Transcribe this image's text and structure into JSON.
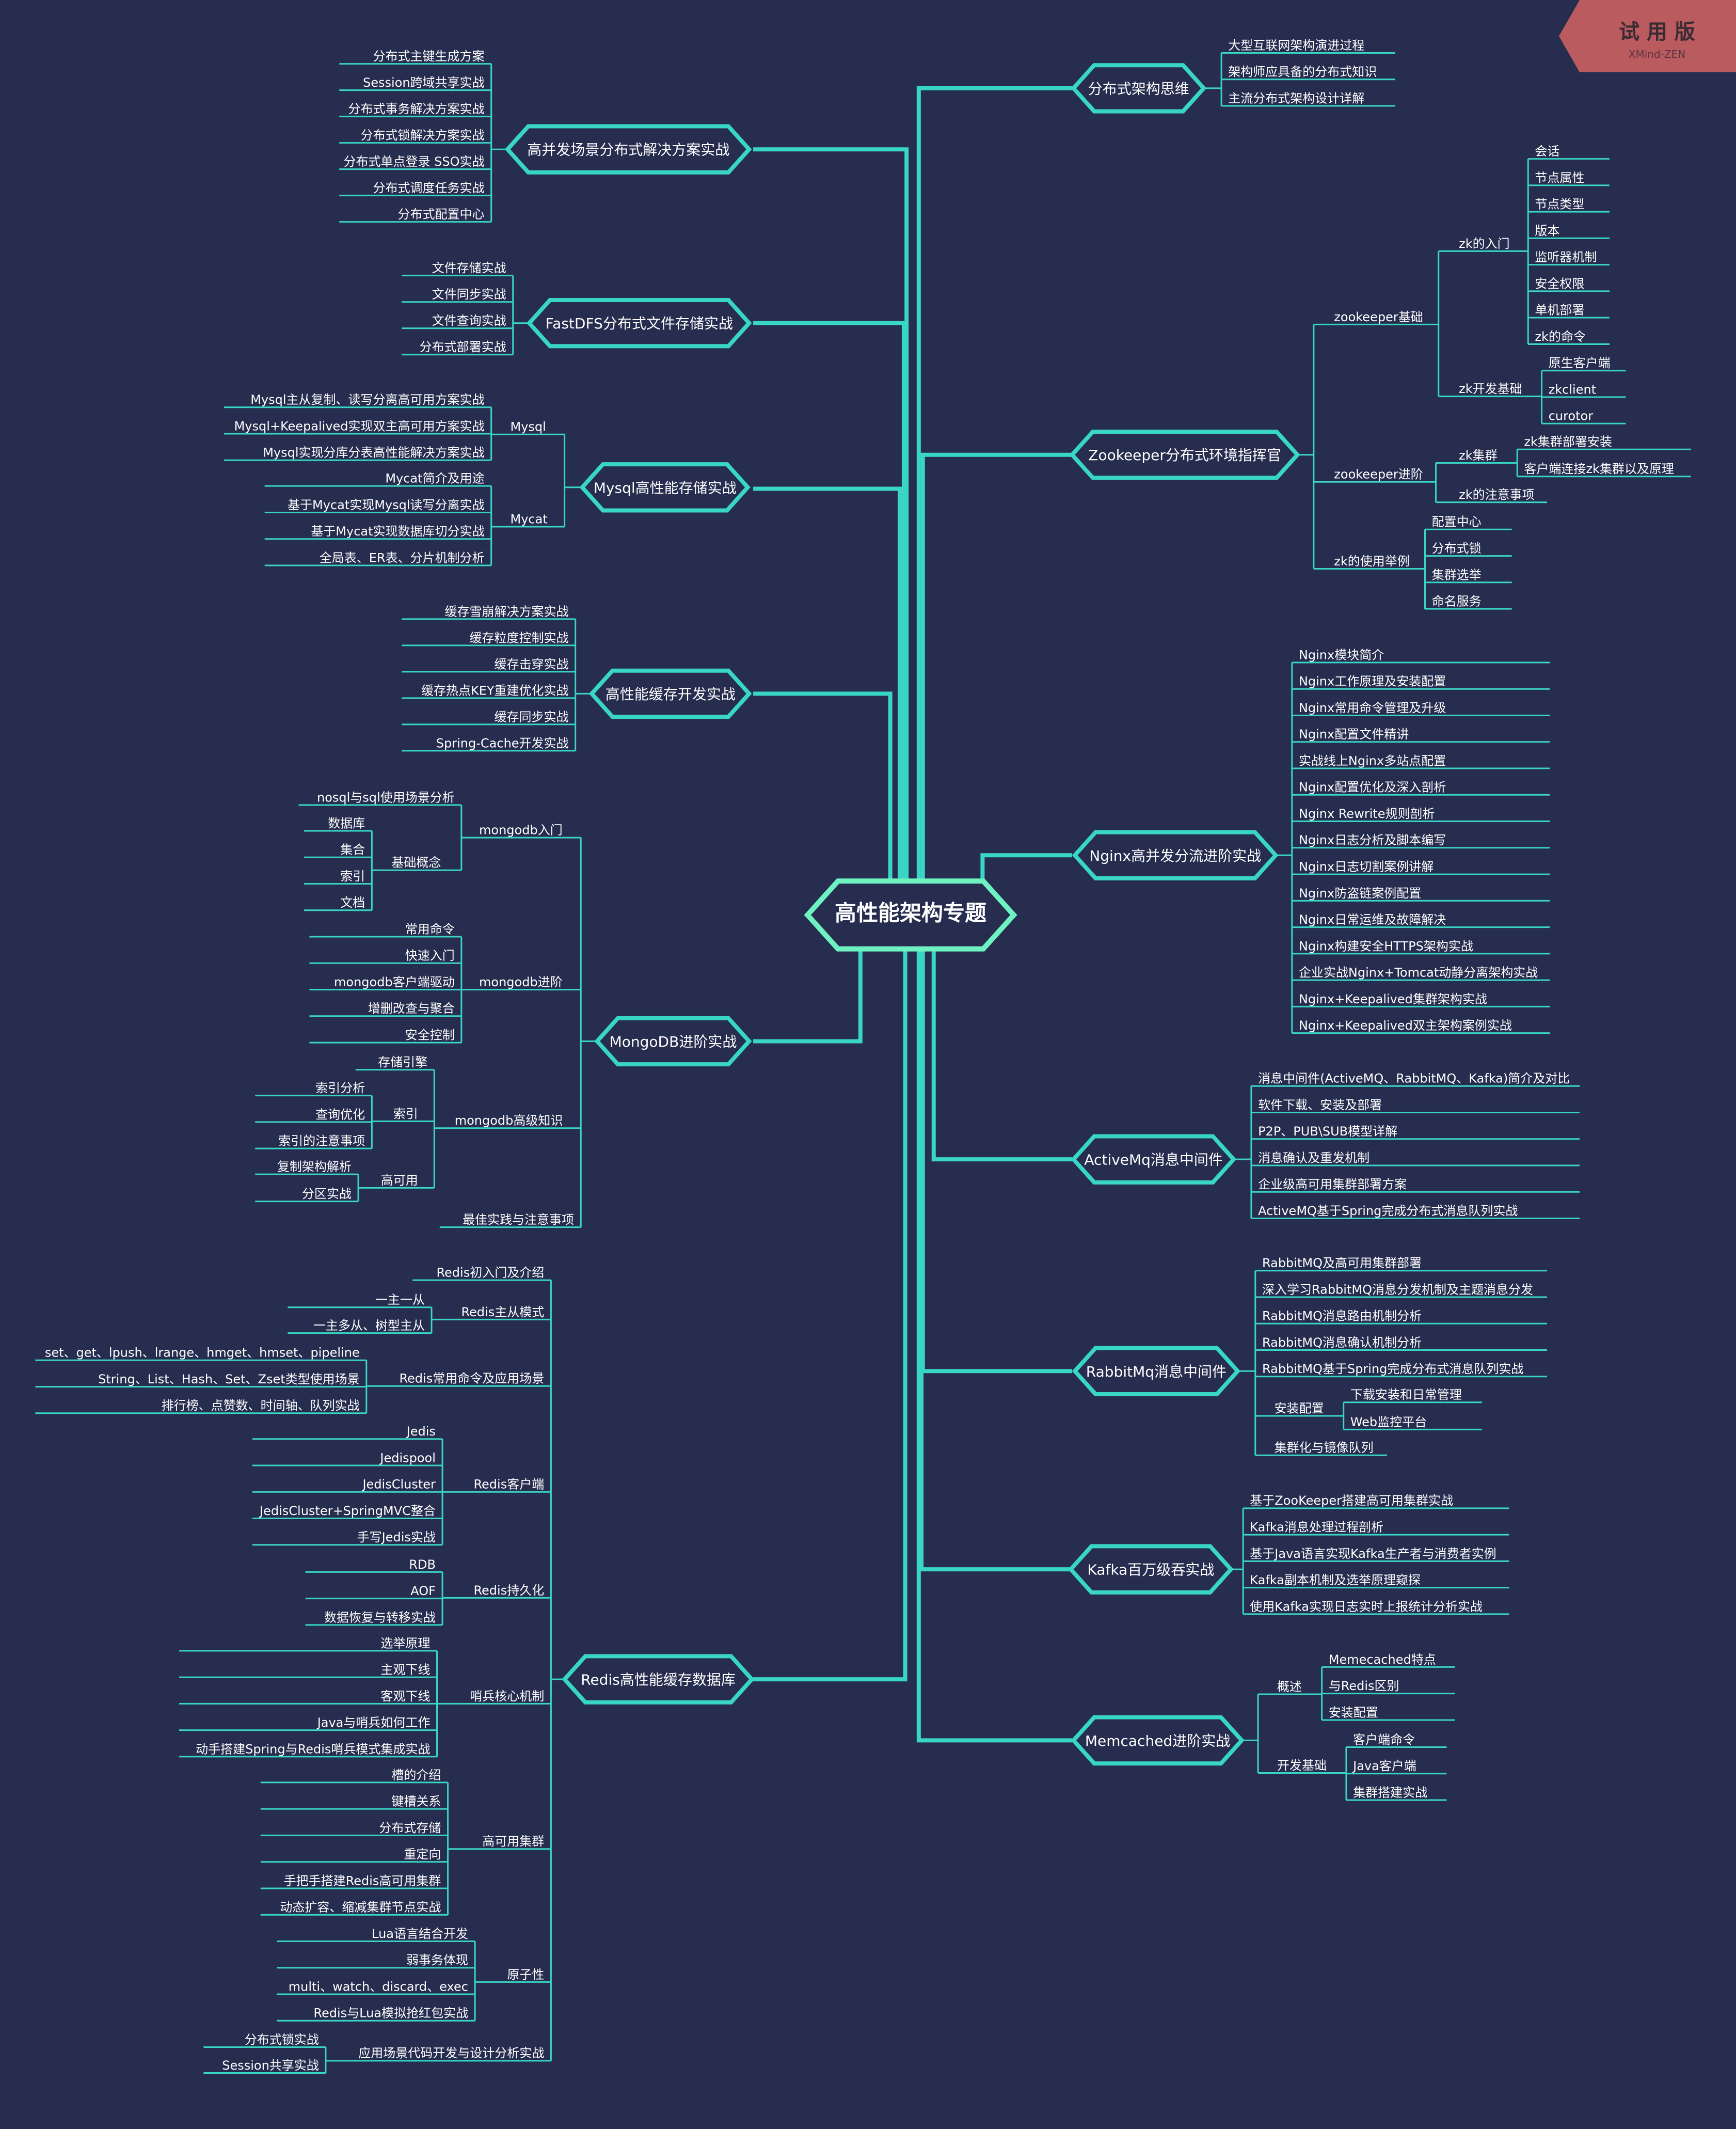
{
  "center": "高性能架构专题",
  "trial": {
    "label": "试 用 版",
    "brand": "XMind-ZEN"
  },
  "colors": {
    "background": "#262d4f",
    "accent": "#39d6c5",
    "center_border": "#6ff2c2",
    "badge": "#b95b5f"
  },
  "branches": {
    "b1": "高并发场景分布式解决方案实战",
    "b2": "FastDFS分布式文件存储实战",
    "b3": "Mysql高性能存储实战",
    "b4": "高性能缓存开发实战",
    "b5": "MongoDB进阶实战",
    "b6": "Redis高性能缓存数据库",
    "r1": "分布式架构思维",
    "r2": "Zookeeper分布式环境指挥官",
    "r3": "Nginx高并发分流进阶实战",
    "r4": "ActiveMq消息中间件",
    "r5": "RabbitMq消息中间件",
    "r6": "Kafka百万级吞实战",
    "r7": "Memcached进阶实战"
  },
  "leaves": {
    "b1": [
      "分布式主键生成方案",
      "Session跨域共享实战",
      "分布式事务解决方案实战",
      "分布式锁解决方案实战",
      "分布式单点登录 SSO实战",
      "分布式调度任务实战",
      "分布式配置中心"
    ],
    "b2": [
      "文件存储实战",
      "文件同步实战",
      "文件查询实战",
      "分布式部署实战"
    ],
    "b3": {
      "mysql": "Mysql",
      "mysql_items": [
        "Mysql主从复制、读写分离高可用方案实战",
        "Mysql+Keepalived实现双主高可用方案实战",
        "Mysql实现分库分表高性能解决方案实战"
      ],
      "mycat": "Mycat",
      "mycat_items": [
        "Mycat简介及用途",
        "基于Mycat实现Mysql读写分离实战",
        "基于Mycat实现数据库切分实战",
        "全局表、ER表、分片机制分析"
      ]
    },
    "b4": [
      "缓存雪崩解决方案实战",
      "缓存粒度控制实战",
      "缓存击穿实战",
      "缓存热点KEY重建优化实战",
      "缓存同步实战",
      "Spring-Cache开发实战"
    ],
    "b5": {
      "intro": "mongodb入门",
      "intro_items": [
        "nosql与sql使用场景分析"
      ],
      "basic": "基础概念",
      "basic_items": [
        "数据库",
        "集合",
        "索引",
        "文档"
      ],
      "adv": "mongodb进阶",
      "adv_items": [
        "常用命令",
        "快速入门",
        "mongodb客户端驱动",
        "增删改查与聚合",
        "安全控制"
      ],
      "high": "mongodb高级知识",
      "high_items": [
        "存储引擎"
      ],
      "index": "索引",
      "index_items": [
        "索引分析",
        "查询优化",
        "索引的注意事项"
      ],
      "ha": "高可用",
      "ha_items": [
        "复制架构解析",
        "分区实战"
      ],
      "best": "最佳实践与注意事项"
    },
    "b6": {
      "intro": "Redis初入门及介绍",
      "ms": "Redis主从模式",
      "ms_items": [
        "一主一从",
        "一主多从、树型主从"
      ],
      "cmd": "Redis常用命令及应用场景",
      "cmd_items": [
        "set、get、lpush、lrange、hmget、hmset、pipeline",
        "String、List、Hash、Set、Zset类型使用场景",
        "排行榜、点赞数、时间轴、队列实战"
      ],
      "client": "Redis客户端",
      "client_items": [
        "Jedis",
        "Jedispool",
        "JedisCluster",
        "JedisCluster+SpringMVC整合",
        "手写Jedis实战"
      ],
      "persist": "Redis持久化",
      "persist_items": [
        "RDB",
        "AOF",
        "数据恢复与转移实战"
      ],
      "sentinel": "哨兵核心机制",
      "sentinel_items": [
        "选举原理",
        "主观下线",
        "客观下线",
        "Java与哨兵如何工作",
        "动手搭建Spring与Redis哨兵模式集成实战"
      ],
      "cluster": "高可用集群",
      "cluster_items": [
        "槽的介绍",
        "键槽关系",
        "分布式存储",
        "重定向",
        "手把手搭建Redis高可用集群",
        "动态扩容、缩减集群节点实战"
      ],
      "atomic": "原子性",
      "atomic_items": [
        "Lua语言结合开发",
        "弱事务体现",
        "multi、watch、discard、exec",
        "Redis与Lua模拟抢红包实战"
      ],
      "scene": "应用场景代码开发与设计分析实战",
      "scene_items": [
        "分布式锁实战",
        "Session共享实战"
      ]
    },
    "r1": [
      "大型互联网架构演进过程",
      "架构师应具备的分布式知识",
      "主流分布式架构设计详解"
    ],
    "r2": {
      "base": "zookeeper基础",
      "intro": "zk的入门",
      "intro_items": [
        "会话",
        "节点属性",
        "节点类型",
        "版本",
        "监听器机制",
        "安全权限",
        "单机部署",
        "zk的命令"
      ],
      "dev": "zk开发基础",
      "dev_items": [
        "原生客户端",
        "zkclient",
        "curotor"
      ],
      "adv": "zookeeper进阶",
      "cluster": "zk集群",
      "cluster_items": [
        "zk集群部署安装",
        "客户端连接zk集群以及原理"
      ],
      "notice": "zk的注意事项",
      "usage": "zk的使用举例",
      "usage_items": [
        "配置中心",
        "分布式锁",
        "集群选举",
        "命名服务"
      ]
    },
    "r3": [
      "Nginx模块简介",
      "Nginx工作原理及安装配置",
      "Nginx常用命令管理及升级",
      "Nginx配置文件精讲",
      "实战线上Nginx多站点配置",
      "Nginx配置优化及深入剖析",
      "Nginx Rewrite规则剖析",
      "Nginx日志分析及脚本编写",
      "Nginx日志切割案例讲解",
      "Nginx防盗链案例配置",
      "Nginx日常运维及故障解决",
      "Nginx构建安全HTTPS架构实战",
      "企业实战Nginx+Tomcat动静分离架构实战",
      "Nginx+Keepalived集群架构实战",
      "Nginx+Keepalived双主架构案例实战"
    ],
    "r4": [
      "消息中间件(ActiveMQ、RabbitMQ、Kafka)简介及对比",
      "软件下载、安装及部署",
      "P2P、PUB\\SUB模型详解",
      "消息确认及重发机制",
      "企业级高可用集群部署方案",
      "ActiveMQ基于Spring完成分布式消息队列实战"
    ],
    "r5": {
      "items": [
        "RabbitMQ及高可用集群部署",
        "深入学习RabbitMQ消息分发机制及主题消息分发",
        "RabbitMQ消息路由机制分析",
        "RabbitMQ消息确认机制分析",
        "RabbitMQ基于Spring完成分布式消息队列实战"
      ],
      "setup": "安装配置",
      "setup_items": [
        "下载安装和日常管理",
        "Web监控平台"
      ],
      "mirror": "集群化与镜像队列"
    },
    "r6": [
      "基于ZooKeeper搭建高可用集群实战",
      "Kafka消息处理过程剖析",
      "基于Java语言实现Kafka生产者与消费者实例",
      "Kafka副本机制及选举原理窥探",
      "使用Kafka实现日志实时上报统计分析实战"
    ],
    "r7": {
      "overview": "概述",
      "overview_items": [
        "Memecached特点",
        "与Redis区别",
        "安装配置"
      ],
      "dev": "开发基础",
      "dev_items": [
        "客户端命令",
        "Java客户端",
        "集群搭建实战"
      ]
    }
  }
}
